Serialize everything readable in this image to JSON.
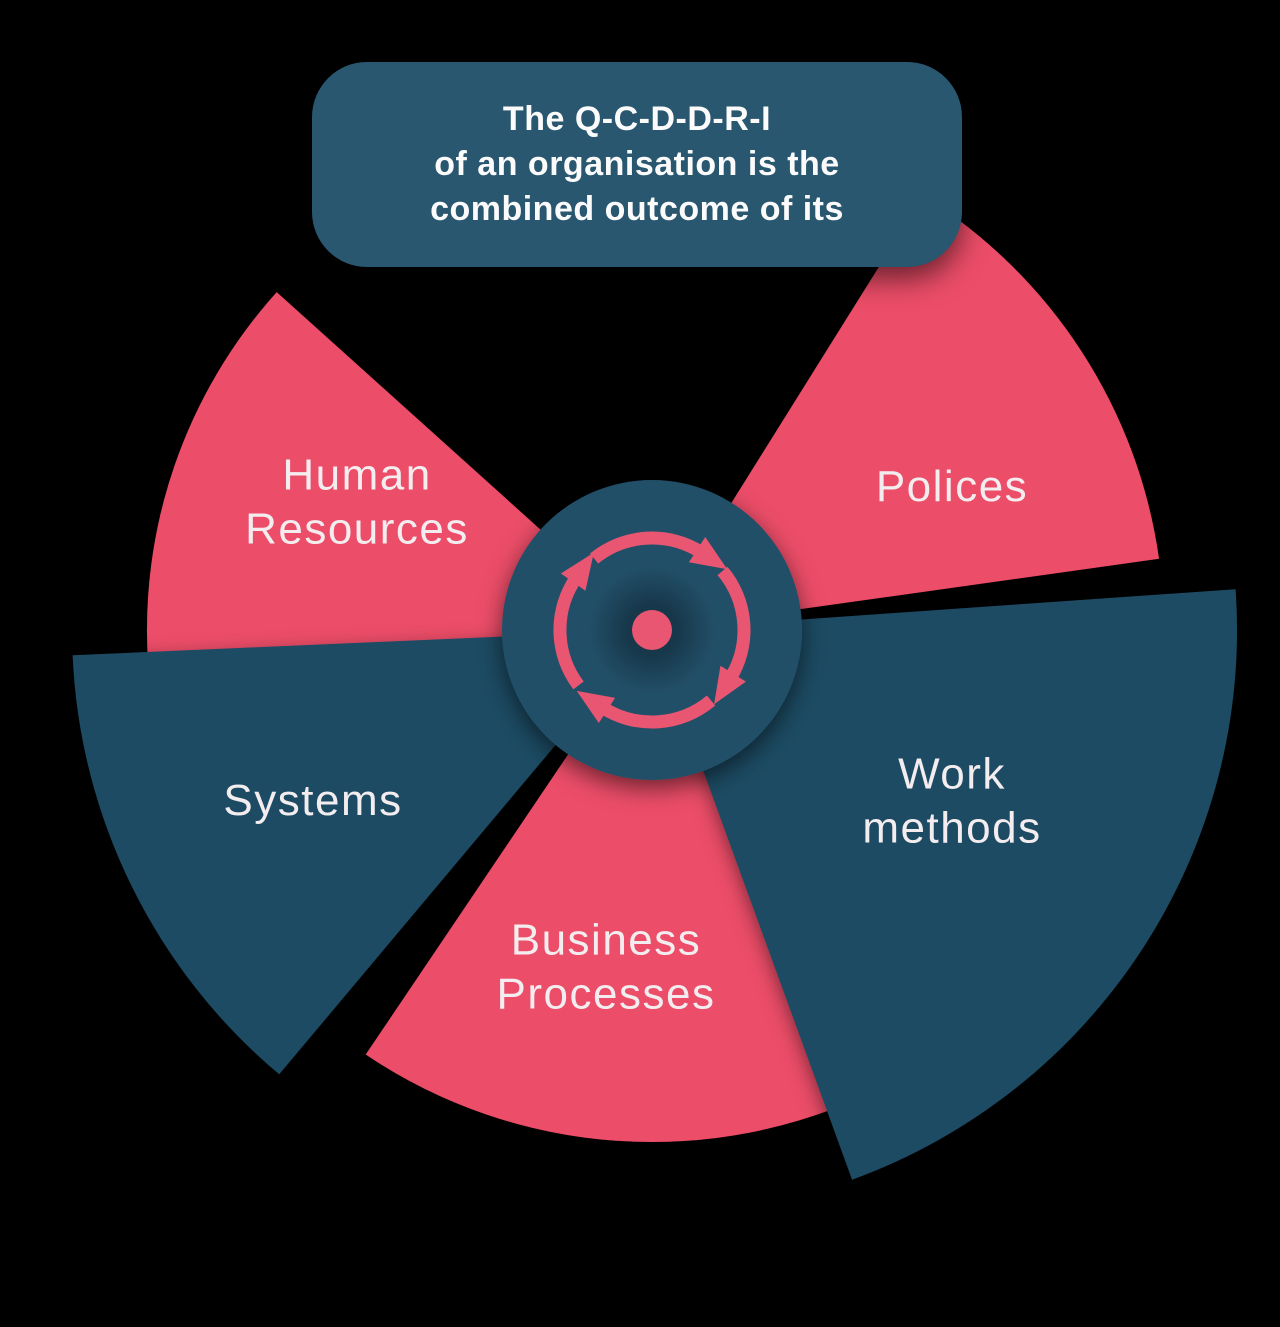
{
  "title": "The Q-C-D-D-R-I\nof an organisation is the\ncombined outcome of its",
  "wedges": [
    {
      "id": "human-resources",
      "label": "Human\nResources",
      "color": "pink"
    },
    {
      "id": "polices",
      "label": "Polices",
      "color": "pink"
    },
    {
      "id": "systems",
      "label": "Systems",
      "color": "teal"
    },
    {
      "id": "business-processes",
      "label": "Business\nProcesses",
      "color": "pink"
    },
    {
      "id": "work-methods",
      "label": "Work\nmethods",
      "color": "teal"
    }
  ],
  "center_icon": "cycle-arrows-icon",
  "colors": {
    "background": "#000000",
    "pink": "#EC4D67",
    "teal": "#1D4B64",
    "hub": "#204F68",
    "title_box": "#28576F",
    "arrow_pink": "#E95672",
    "label_text": "#F3EDEF",
    "title_text": "#FBFBFB"
  }
}
